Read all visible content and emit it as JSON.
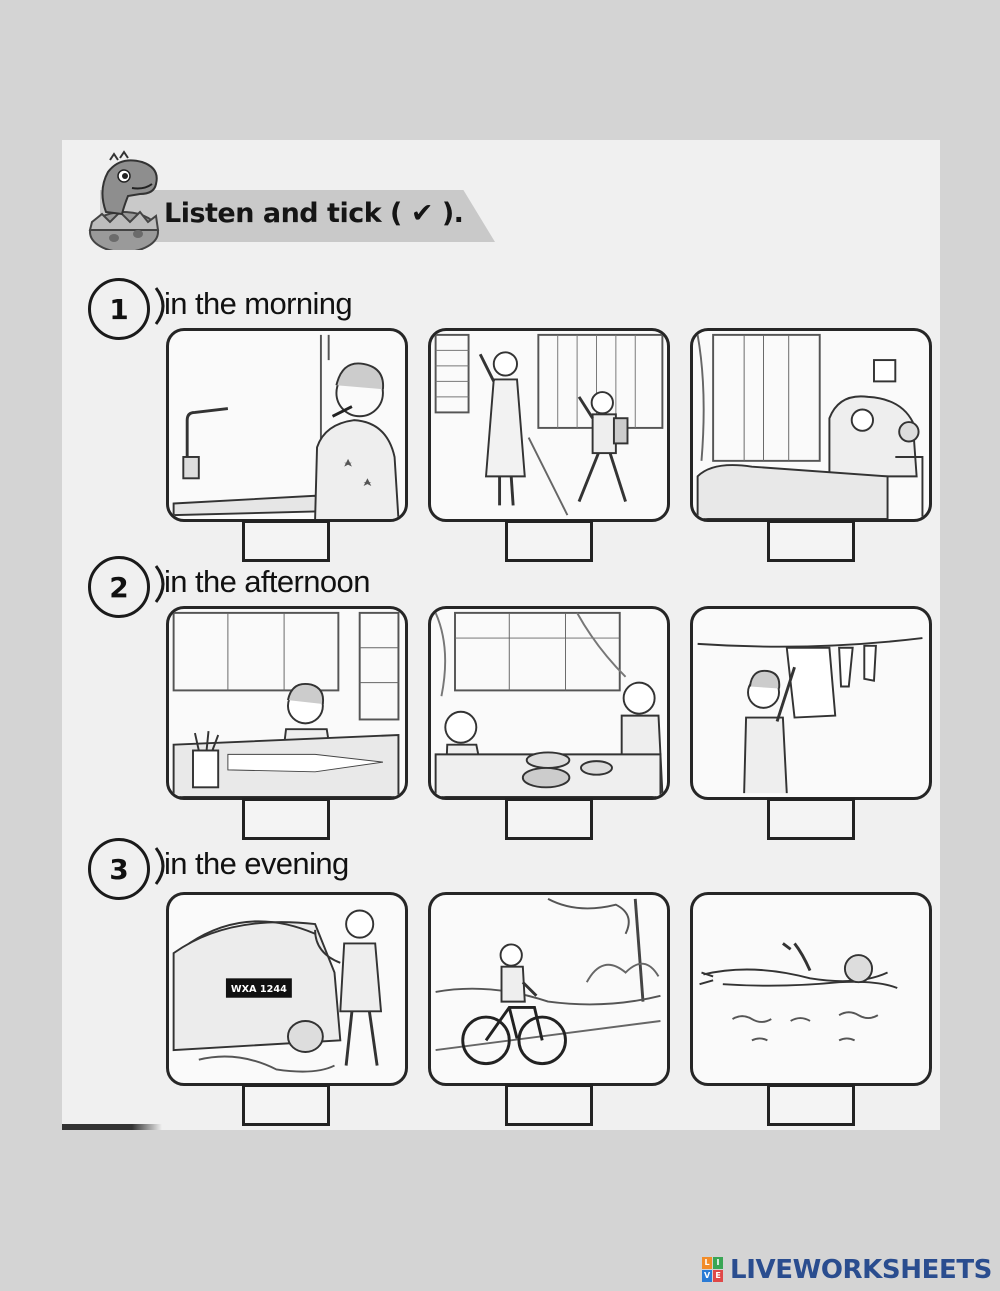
{
  "instruction": {
    "text": "Listen and tick (",
    "tick": "✔",
    "close": ")."
  },
  "sections": [
    {
      "number": "1",
      "label": "in the morning"
    },
    {
      "number": "2",
      "label": "in the afternoon"
    },
    {
      "number": "3",
      "label": "in the evening"
    }
  ],
  "pictures": {
    "car_plate": "WXA 1244"
  },
  "brand": {
    "name": "LIVEWORKSHEETS",
    "mark_letters": [
      "L",
      "I",
      "V",
      "E"
    ],
    "colors": {
      "text": "#2a4d8f",
      "orange": "#f28c28",
      "green": "#3aa655",
      "blue": "#2a7bd5",
      "red": "#e04848"
    }
  }
}
